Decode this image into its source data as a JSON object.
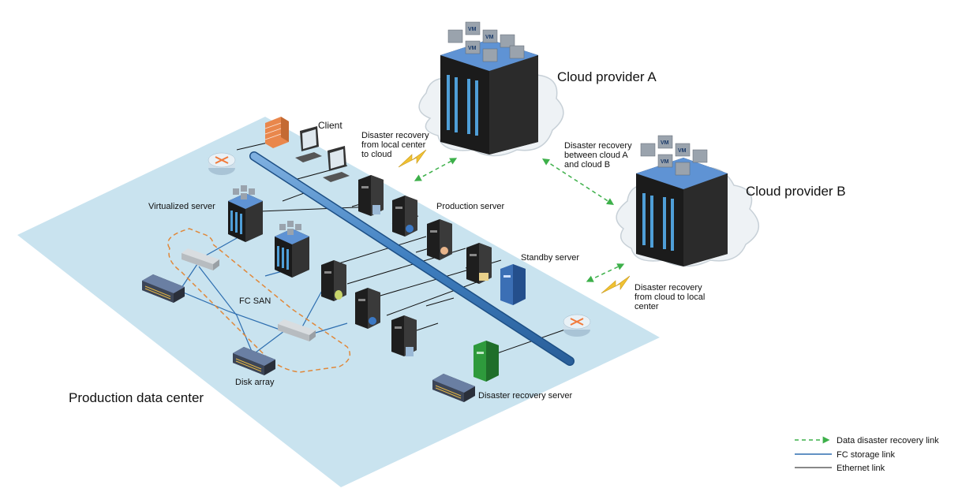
{
  "labels": {
    "client": "Client",
    "virtualized_server": "Virtualized server",
    "production_server": "Production server",
    "standby_server": "Standby server",
    "fc_san": "FC SAN",
    "disk_array": "Disk array",
    "production_data_center": "Production data center",
    "disaster_recovery_server": "Disaster recovery server",
    "cloud_provider_a": "Cloud provider A",
    "cloud_provider_b": "Cloud provider B",
    "dr_local_to_cloud": "Disaster recovery\nfrom local center\nto cloud",
    "dr_between_clouds": "Disaster recovery\nbetween cloud A\nand cloud B",
    "dr_cloud_to_local": "Disaster recovery\nfrom cloud to local\ncenter",
    "vm_badge": "VM"
  },
  "legend": {
    "items": [
      {
        "label": "Data disaster recovery link",
        "style": "dashed-green-arrow"
      },
      {
        "label": "FC storage link",
        "style": "blue-line"
      },
      {
        "label": "Ethernet link",
        "style": "black-line"
      }
    ]
  },
  "colors": {
    "platform": "#c9e3ef",
    "fc_link": "#2f6fb0",
    "ethernet_link": "#111111",
    "dr_link": "#3db04a",
    "fc_san_boundary": "#e0883a",
    "lightning": "#f1c232",
    "server_black": "#1e1e1e",
    "server_blue": "#3b6fb5",
    "server_green": "#2e9a3c",
    "vm_badge": "#9aa3ad"
  },
  "icons": [
    "firewall-icon",
    "router-icon",
    "client-pc-icon",
    "tower-server-icon",
    "rack-server-icon",
    "disk-array-icon",
    "fc-switch-icon",
    "cloud-icon",
    "vm-badge-icon",
    "lightning-icon"
  ]
}
